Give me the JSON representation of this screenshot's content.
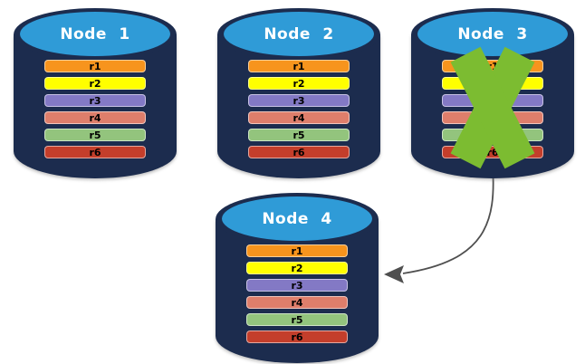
{
  "colors": {
    "background": "#FFFFFF",
    "cylinder_body": "#1C2C4E",
    "cylinder_top": "#2F9BD7",
    "title_text": "#FFFFFF",
    "row_text": "#000000",
    "x_mark": "#7CBC31",
    "arrow": "#4F4F4F"
  },
  "nodes": [
    {
      "label": "Node 1",
      "rows": [
        {
          "label": "r1",
          "color": "#F7941D"
        },
        {
          "label": "r2",
          "color": "#FFFF00"
        },
        {
          "label": "r3",
          "color": "#8379C5"
        },
        {
          "label": "r4",
          "color": "#DE7E6B"
        },
        {
          "label": "r5",
          "color": "#93C47D"
        },
        {
          "label": "r6",
          "color": "#C43E2B"
        }
      ]
    },
    {
      "label": "Node 2",
      "rows": [
        {
          "label": "r1",
          "color": "#F7941D"
        },
        {
          "label": "r2",
          "color": "#FFFF00"
        },
        {
          "label": "r3",
          "color": "#8379C5"
        },
        {
          "label": "r4",
          "color": "#DE7E6B"
        },
        {
          "label": "r5",
          "color": "#93C47D"
        },
        {
          "label": "r6",
          "color": "#C43E2B"
        }
      ]
    },
    {
      "label": "Node 3",
      "rows": [
        {
          "label": "r1",
          "color": "#F7941D"
        },
        {
          "label": "r2",
          "color": "#FFFF00"
        },
        {
          "label": "r3",
          "color": "#8379C5"
        },
        {
          "label": "r4",
          "color": "#DE7E6B"
        },
        {
          "label": "r5",
          "color": "#93C47D"
        },
        {
          "label": "r6",
          "color": "#C43E2B"
        }
      ]
    },
    {
      "label": "Node 4",
      "rows": [
        {
          "label": "r1",
          "color": "#F7941D"
        },
        {
          "label": "r2",
          "color": "#FFFF00"
        },
        {
          "label": "r3",
          "color": "#8379C5"
        },
        {
          "label": "r4",
          "color": "#DE7E6B"
        },
        {
          "label": "r5",
          "color": "#93C47D"
        },
        {
          "label": "r6",
          "color": "#C43E2B"
        }
      ]
    }
  ],
  "annotations": {
    "failure_x": {
      "icon": "x-mark-icon",
      "on_node": "Node 3"
    },
    "failover_arrow": {
      "from": "Node 3",
      "to": "Node 4"
    }
  }
}
